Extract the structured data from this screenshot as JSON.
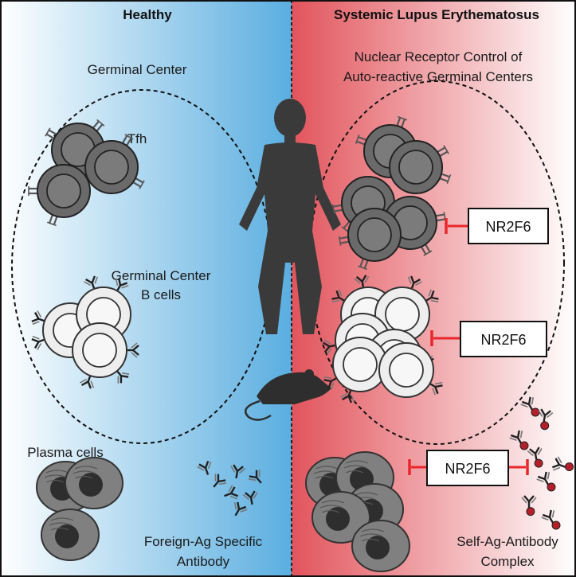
{
  "panels": {
    "left": {
      "title": "Healthy"
    },
    "right": {
      "title": "Systemic Lupus Erythematosus"
    }
  },
  "labels": {
    "germinal_center": "Germinal Center",
    "tfh": "Tfh",
    "gc_b_line1": "Germinal Center",
    "gc_b_line2": "B cells",
    "plasma_cells": "Plasma cells",
    "foreign_ab_line1": "Foreign-Ag Specific",
    "foreign_ab_line2": "Antibody",
    "nuclear_line1": "Nuclear Receptor Control of",
    "nuclear_line2": "Auto-reactive Germinal Centers",
    "self_ab_line1": "Self-Ag-Antibody",
    "self_ab_line2": "Complex"
  },
  "inhibitors": [
    {
      "label": "NR2F6"
    },
    {
      "label": "NR2F6"
    },
    {
      "label": "NR2F6"
    }
  ],
  "colors": {
    "healthy_blue": "#5aaee0",
    "lupus_red": "#e2545c",
    "inhibit_red": "#e8262c",
    "tfh_cell": "#6a6a6a",
    "b_cell": "#eeeeee",
    "plasma_cell": "#808080",
    "silhouette": "#3a3a3a"
  },
  "icons": [
    "woman-silhouette-icon",
    "mouse-icon",
    "antibody-icon"
  ]
}
